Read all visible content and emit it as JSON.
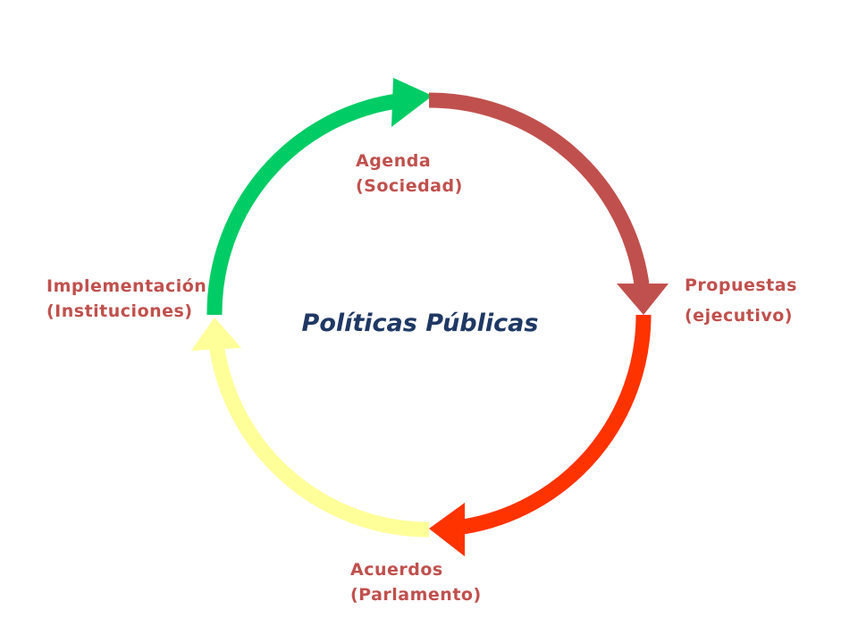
{
  "center_title": "Políticas Públicas",
  "stages": [
    {
      "id": "agenda",
      "line1": "Agenda",
      "line2": "(Sociedad)"
    },
    {
      "id": "propuestas",
      "line1": "Propuestas",
      "line2": "(ejecutivo)"
    },
    {
      "id": "acuerdos",
      "line1": "Acuerdos",
      "line2": "(Parlamento)"
    },
    {
      "id": "implementacion",
      "line1": "Implementación",
      "line2": "(Instituciones)"
    }
  ],
  "colors": {
    "agenda_arrow": "#00cc66",
    "propuestas_arrow": "#c0504d",
    "acuerdos_arrow": "#ff3300",
    "implementacion_arrow": "#ffff99",
    "label_text": "#c0504d",
    "title_text": "#1f3864"
  }
}
